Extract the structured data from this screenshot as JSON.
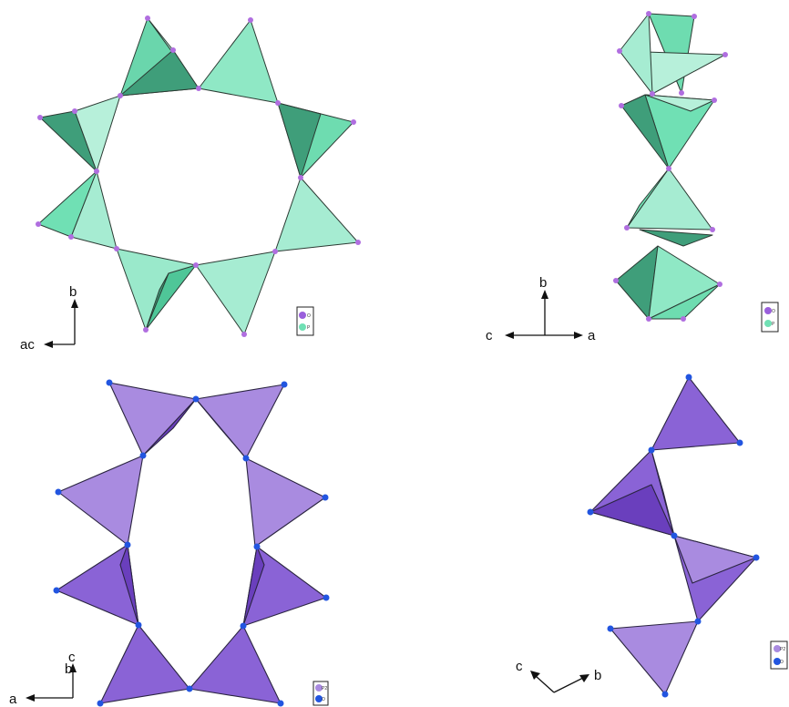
{
  "panels": [
    {
      "id": "top-left",
      "axes": {
        "up": "b",
        "left": "ac"
      },
      "legend": [
        "O",
        "P"
      ]
    },
    {
      "id": "top-right",
      "axes": {
        "up": "b",
        "left": "c",
        "right": "a"
      },
      "legend": [
        "O",
        "P"
      ]
    },
    {
      "id": "bottom-left",
      "axes": {
        "up": "c",
        "up_secondary": "b",
        "left": "a"
      },
      "legend": [
        "P2",
        "O"
      ]
    },
    {
      "id": "bottom-right",
      "axes": {
        "upleft": "c",
        "upright": "b"
      },
      "legend": [
        "P2",
        "O"
      ]
    }
  ],
  "colors": {
    "green_light": "#a6ecd2",
    "green_mid": "#70e0b4",
    "green_dark": "#3f9e7a",
    "purple_light": "#a98be0",
    "purple_mid": "#8a63d6",
    "purple_dark": "#6a3fbd",
    "oxygen_pink": "#b06ee0",
    "oxygen_blue": "#2255e0"
  }
}
